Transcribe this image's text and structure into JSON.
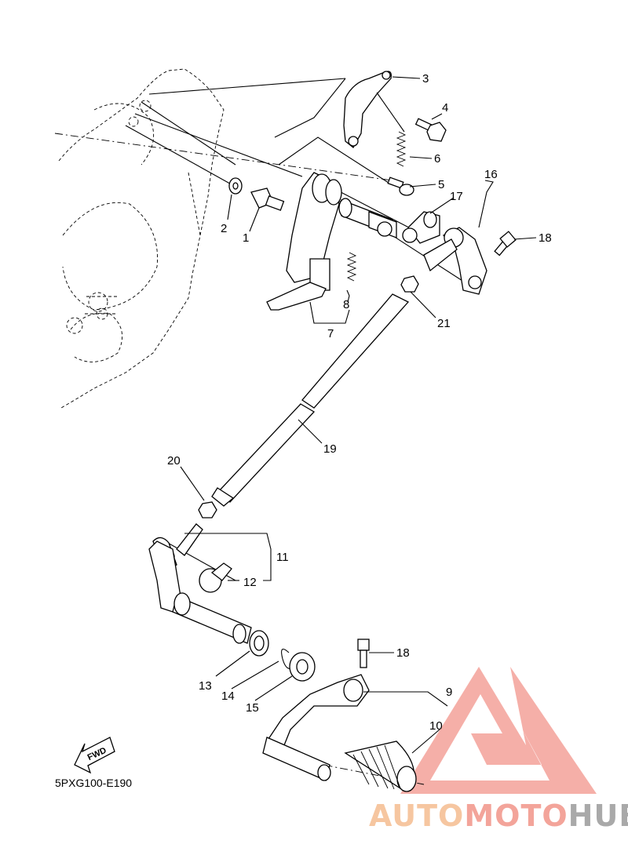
{
  "diagram": {
    "part_labels": [
      "1",
      "2",
      "3",
      "4",
      "5",
      "6",
      "7",
      "8",
      "9",
      "10",
      "11",
      "12",
      "13",
      "14",
      "15",
      "16",
      "17",
      "18",
      "18",
      "19",
      "20",
      "21"
    ],
    "fwd_label": "FWD",
    "drawing_code": "5PXG100-E190"
  },
  "watermark": {
    "part1": "AUTO",
    "part2": "MOTO",
    "part3": "HUB",
    "colors": {
      "auto": "#f6c6a0",
      "moto": "#f3a49a",
      "hub": "#a9a9a9",
      "logo": "#f4a29a"
    }
  }
}
